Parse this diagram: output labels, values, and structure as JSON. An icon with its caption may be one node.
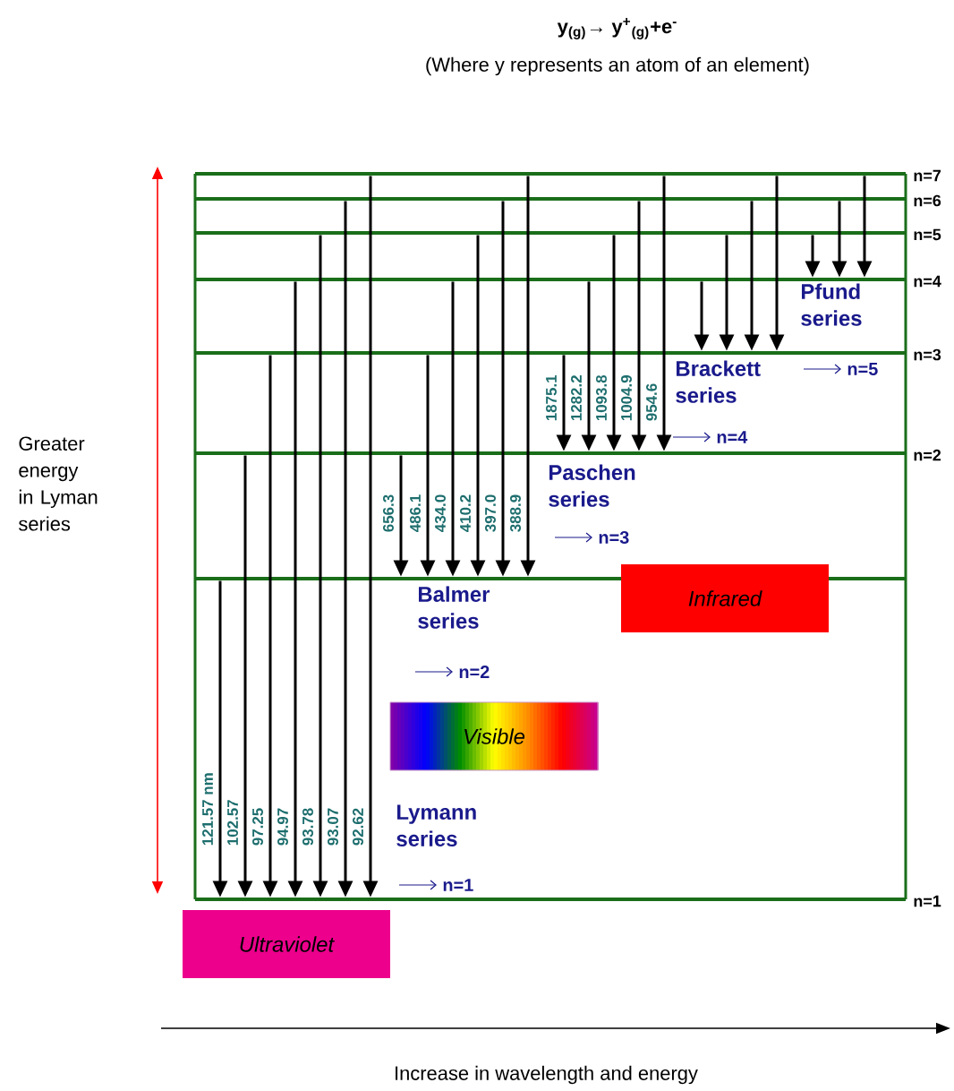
{
  "diagram": {
    "title": "y$_{(g)}$→ y$^{+}$$_{(g)}$+e$^{-}$",
    "nodes": [
      {
        "text": [],
        "shape": "bar",
        "beside": [
          "n=7"
        ]
      },
      {
        "text": [],
        "shape": "bar",
        "beside": [
          "n=6"
        ]
      },
      {
        "text": [],
        "shape": "bar",
        "beside": [
          "n=5"
        ]
      },
      {
        "text": [],
        "shape": "bar",
        "beside": [
          "n=4"
        ]
      },
      {
        "text": [],
        "shape": "bar",
        "beside": [
          "n=3"
        ]
      },
      {
        "text": [],
        "shape": "bar",
        "beside": [
          "n=2"
        ]
      },
      {
        "text": [],
        "shape": "bar"
      },
      {
        "text": [],
        "shape": "bar",
        "beside": [
          "n=1"
        ]
      },
      {
        "text": [
          "Infrared"
        ]
      },
      {
        "text": [
          "Visible"
        ]
      },
      {
        "text": [
          "Ultraviolet"
        ]
      }
    ],
    "edges": [
      {
        "from": 6,
        "to": 7,
        "arrow": "to",
        "label": "121.57 nm"
      },
      {
        "from": 5,
        "to": 7,
        "arrow": "to",
        "label": "102.57"
      },
      {
        "from": 4,
        "to": 7,
        "arrow": "to",
        "label": "97.25"
      },
      {
        "from": 3,
        "to": 7,
        "arrow": "to",
        "label": "94.97"
      },
      {
        "from": 2,
        "to": 7,
        "arrow": "to",
        "label": "93.78"
      },
      {
        "from": 1,
        "to": 7,
        "arrow": "to",
        "label": "93.07"
      },
      {
        "from": 0,
        "to": 7,
        "arrow": "to",
        "label": "92.62"
      },
      {
        "from": 5,
        "to": 6,
        "arrow": "to",
        "label": "656.3"
      },
      {
        "from": 4,
        "to": 6,
        "arrow": "to",
        "label": "486.1"
      },
      {
        "from": 3,
        "to": 6,
        "arrow": "to",
        "label": "434.0"
      },
      {
        "from": 2,
        "to": 6,
        "arrow": "to",
        "label": "410.2"
      },
      {
        "from": 1,
        "to": 6,
        "arrow": "to",
        "label": "397.0"
      },
      {
        "from": 0,
        "to": 6,
        "arrow": "to",
        "label": "388.9"
      },
      {
        "from": 4,
        "to": 5,
        "arrow": "to",
        "label": "1875.1"
      },
      {
        "from": 3,
        "to": 5,
        "arrow": "to",
        "label": "1282.2"
      },
      {
        "from": 2,
        "to": 5,
        "arrow": "to",
        "label": "1093.8"
      },
      {
        "from": 1,
        "to": 5,
        "arrow": "to",
        "label": "1004.9"
      },
      {
        "from": 0,
        "to": 5,
        "arrow": "to",
        "label": "954.6"
      },
      {
        "from": 3,
        "to": 4,
        "arrow": "to"
      },
      {
        "from": 2,
        "to": 4,
        "arrow": "to"
      },
      {
        "from": 1,
        "to": 4,
        "arrow": "to"
      },
      {
        "from": 0,
        "to": 4,
        "arrow": "to"
      },
      {
        "from": 2,
        "to": 3,
        "arrow": "to"
      },
      {
        "from": 1,
        "to": 3,
        "arrow": "to"
      },
      {
        "from": 0,
        "to": 3,
        "arrow": "to"
      }
    ],
    "labels": [
      "(Where y represents an atom of an element)",
      "Greater energy in Lyman series",
      "Pfund series",
      "n=5",
      "Brackett series",
      "n=4",
      "Paschen series",
      "n=3",
      "Balmer series",
      "n=2",
      "Lymann series",
      "n=1",
      "Increase in wavelength and energy"
    ]
  }
}
